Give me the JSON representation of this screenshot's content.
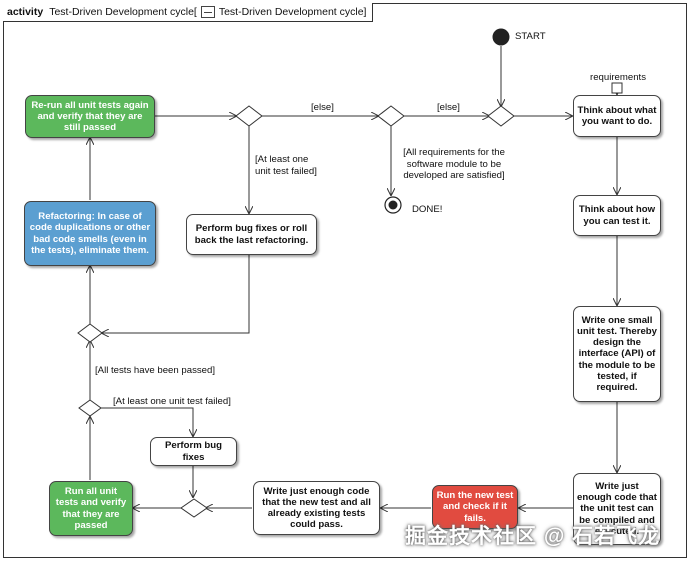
{
  "header": {
    "keyword": "activity",
    "title_left": "Test-Driven Development cycle[",
    "title_right": "Test-Driven Development cycle]"
  },
  "nodes": {
    "think_want": "Think about what you want to do.",
    "think_test": "Think about how you can test it.",
    "write_small": "Write one small unit test. Thereby design the interface (API) of the module to be tested, if required.",
    "write_compiled": "Write just enough code that the unit test can be compiled and executed.",
    "run_new": "Run the new test and check if it fails.",
    "write_pass": "Write just enough code that the new test and all already existing tests could pass.",
    "run_all": "Run all unit tests and verify that they are passed",
    "perform_bug": "Perform bug fixes",
    "refactor": "Refactoring: In case of code duplications or other bad code smells (even in the tests), eliminate them.",
    "rerun": "Re-run all unit tests again and verify that they are still passed",
    "bug_rollback": "Perform bug fixes or roll back the last refactoring."
  },
  "labels": {
    "start": "START",
    "done": "DONE!",
    "requirements": "requirements",
    "else1": "[else]",
    "else2": "[else]",
    "all_req": "[All requirements for the software module to be developed are satisfied]",
    "least_one_a": "[At least one unit test failed]",
    "all_passed": "[All tests have been passed]",
    "least_one_b": "[At least one unit test failed]"
  },
  "watermark": "掘金技术社区 @ 石若飞龙"
}
